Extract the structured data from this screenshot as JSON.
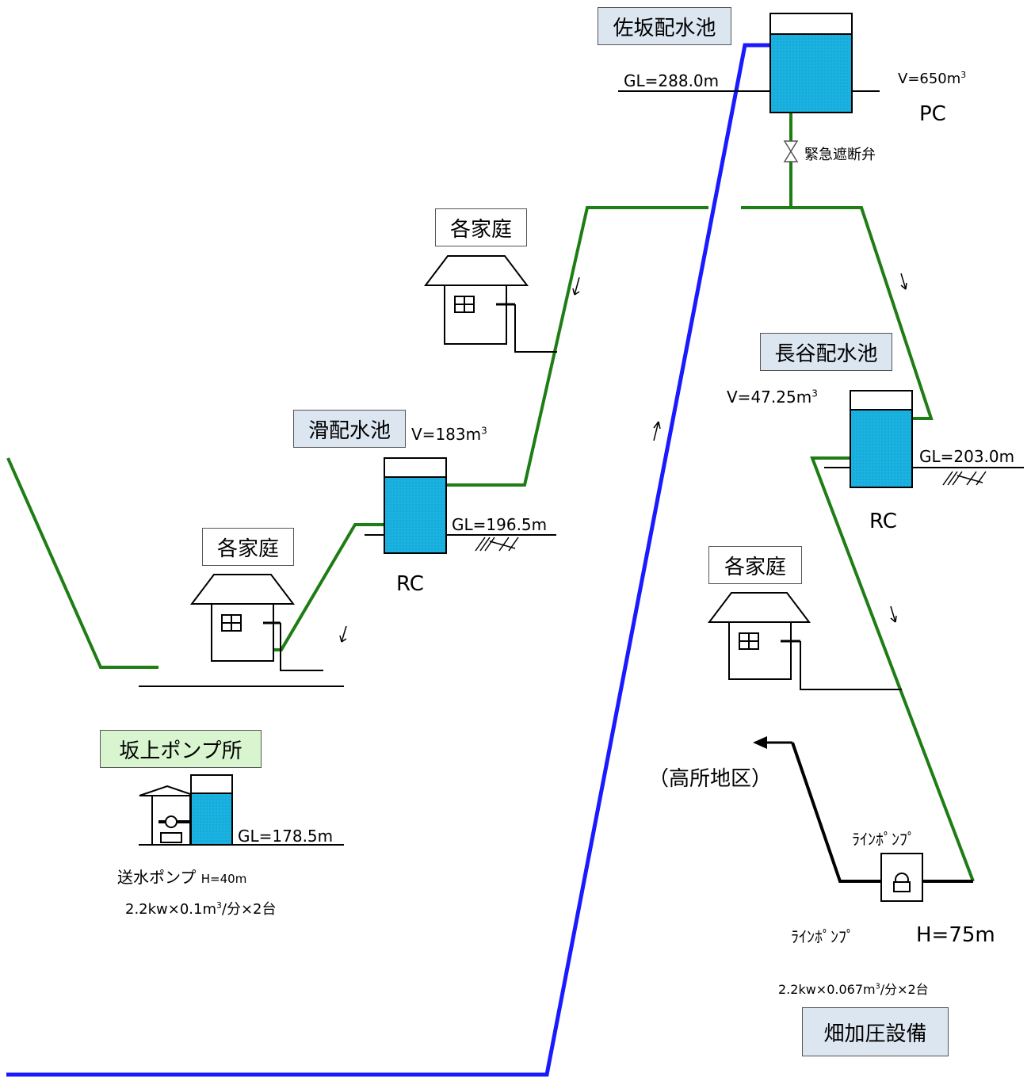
{
  "labels": {
    "sasaka_reservoir": "佐坂配水池",
    "sasaka_gl": "GL=288.0m",
    "sasaka_v": "V=650m",
    "sasaka_pc": "PC",
    "emergency_valve": "緊急遮断弁",
    "house_top": "各家庭",
    "name_reservoir": "滑配水池",
    "name_v": "V=183m",
    "name_gl": "GL=196.5m",
    "name_rc": "RC",
    "house_mid_left": "各家庭",
    "hase_reservoir": "長谷配水池",
    "hase_v": "V=47.25m",
    "hase_gl": "GL=203.0m",
    "hase_rc": "RC",
    "house_right": "各家庭",
    "pump_station": "坂上ポンプ所",
    "pump_gl": "GL=178.5m",
    "send_pump": "送水ポンプ",
    "send_pump_h": "H=40m",
    "send_pump_spec_a": "2.2kw×0.1m",
    "send_pump_spec_b": "/分×2台",
    "high_area": "（高所地区）",
    "line_pump_top": "ﾗｲﾝﾎﾟﾝﾌﾟ",
    "line_pump_bottom": "ﾗｲﾝﾎﾟﾝﾌﾟ",
    "line_pump_h": "H=75m",
    "line_pump_spec_a": "2.2kw×0.067m",
    "line_pump_spec_b": "/分×2台",
    "booster": "畑加圧設備",
    "sup3": "3"
  },
  "colors": {
    "water": "#1ab2e0",
    "green_pipe": "#1e7d14",
    "blue_pipe": "#1a1aff",
    "label_blue": "#dce6f1",
    "label_green": "#d8f5d0"
  }
}
